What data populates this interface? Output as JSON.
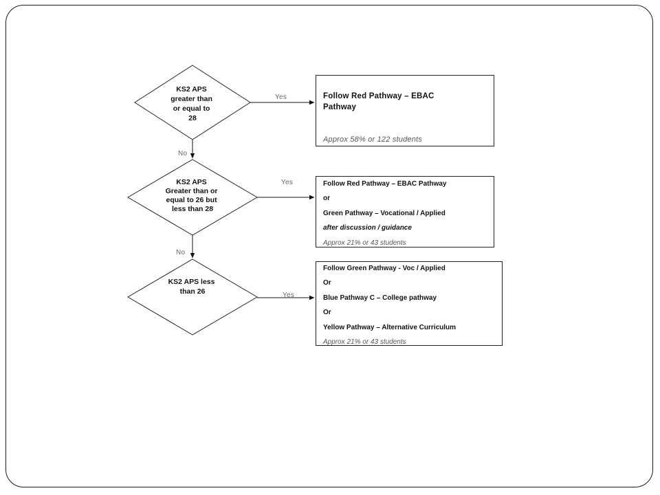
{
  "decisions": [
    {
      "lines": [
        "KS2 APS",
        "greater than",
        "or equal to",
        "28"
      ]
    },
    {
      "lines": [
        "KS2 APS",
        "Greater than or",
        "equal to 26 but",
        "less than 28"
      ]
    },
    {
      "lines": [
        "KS2 APS less",
        "than 26"
      ]
    }
  ],
  "edge_labels": {
    "yes_1": "Yes",
    "yes_2": "Yes",
    "yes_3": "Yes",
    "no_1": "No",
    "no_2": "No"
  },
  "outcomes": [
    {
      "title_lines": [
        "Follow Red Pathway  – EBAC",
        "Pathway"
      ],
      "approx": "Approx 58% or 122 students"
    },
    {
      "lines": [
        "Follow Red Pathway – EBAC Pathway",
        "or",
        "Green Pathway  – Vocational / Applied"
      ],
      "note": "after discussion / guidance",
      "approx": "Approx 21% or 43 students"
    },
    {
      "lines": [
        "Follow Green Pathway  - Voc / Applied",
        "Or",
        "Blue Pathway C – College pathway",
        "Or",
        "Yellow Pathway  – Alternative Curriculum"
      ],
      "approx": "Approx 21% or 43 students"
    }
  ],
  "colors": {
    "line": "#111111",
    "label": "#666666",
    "frame": "#1a1a1a"
  }
}
